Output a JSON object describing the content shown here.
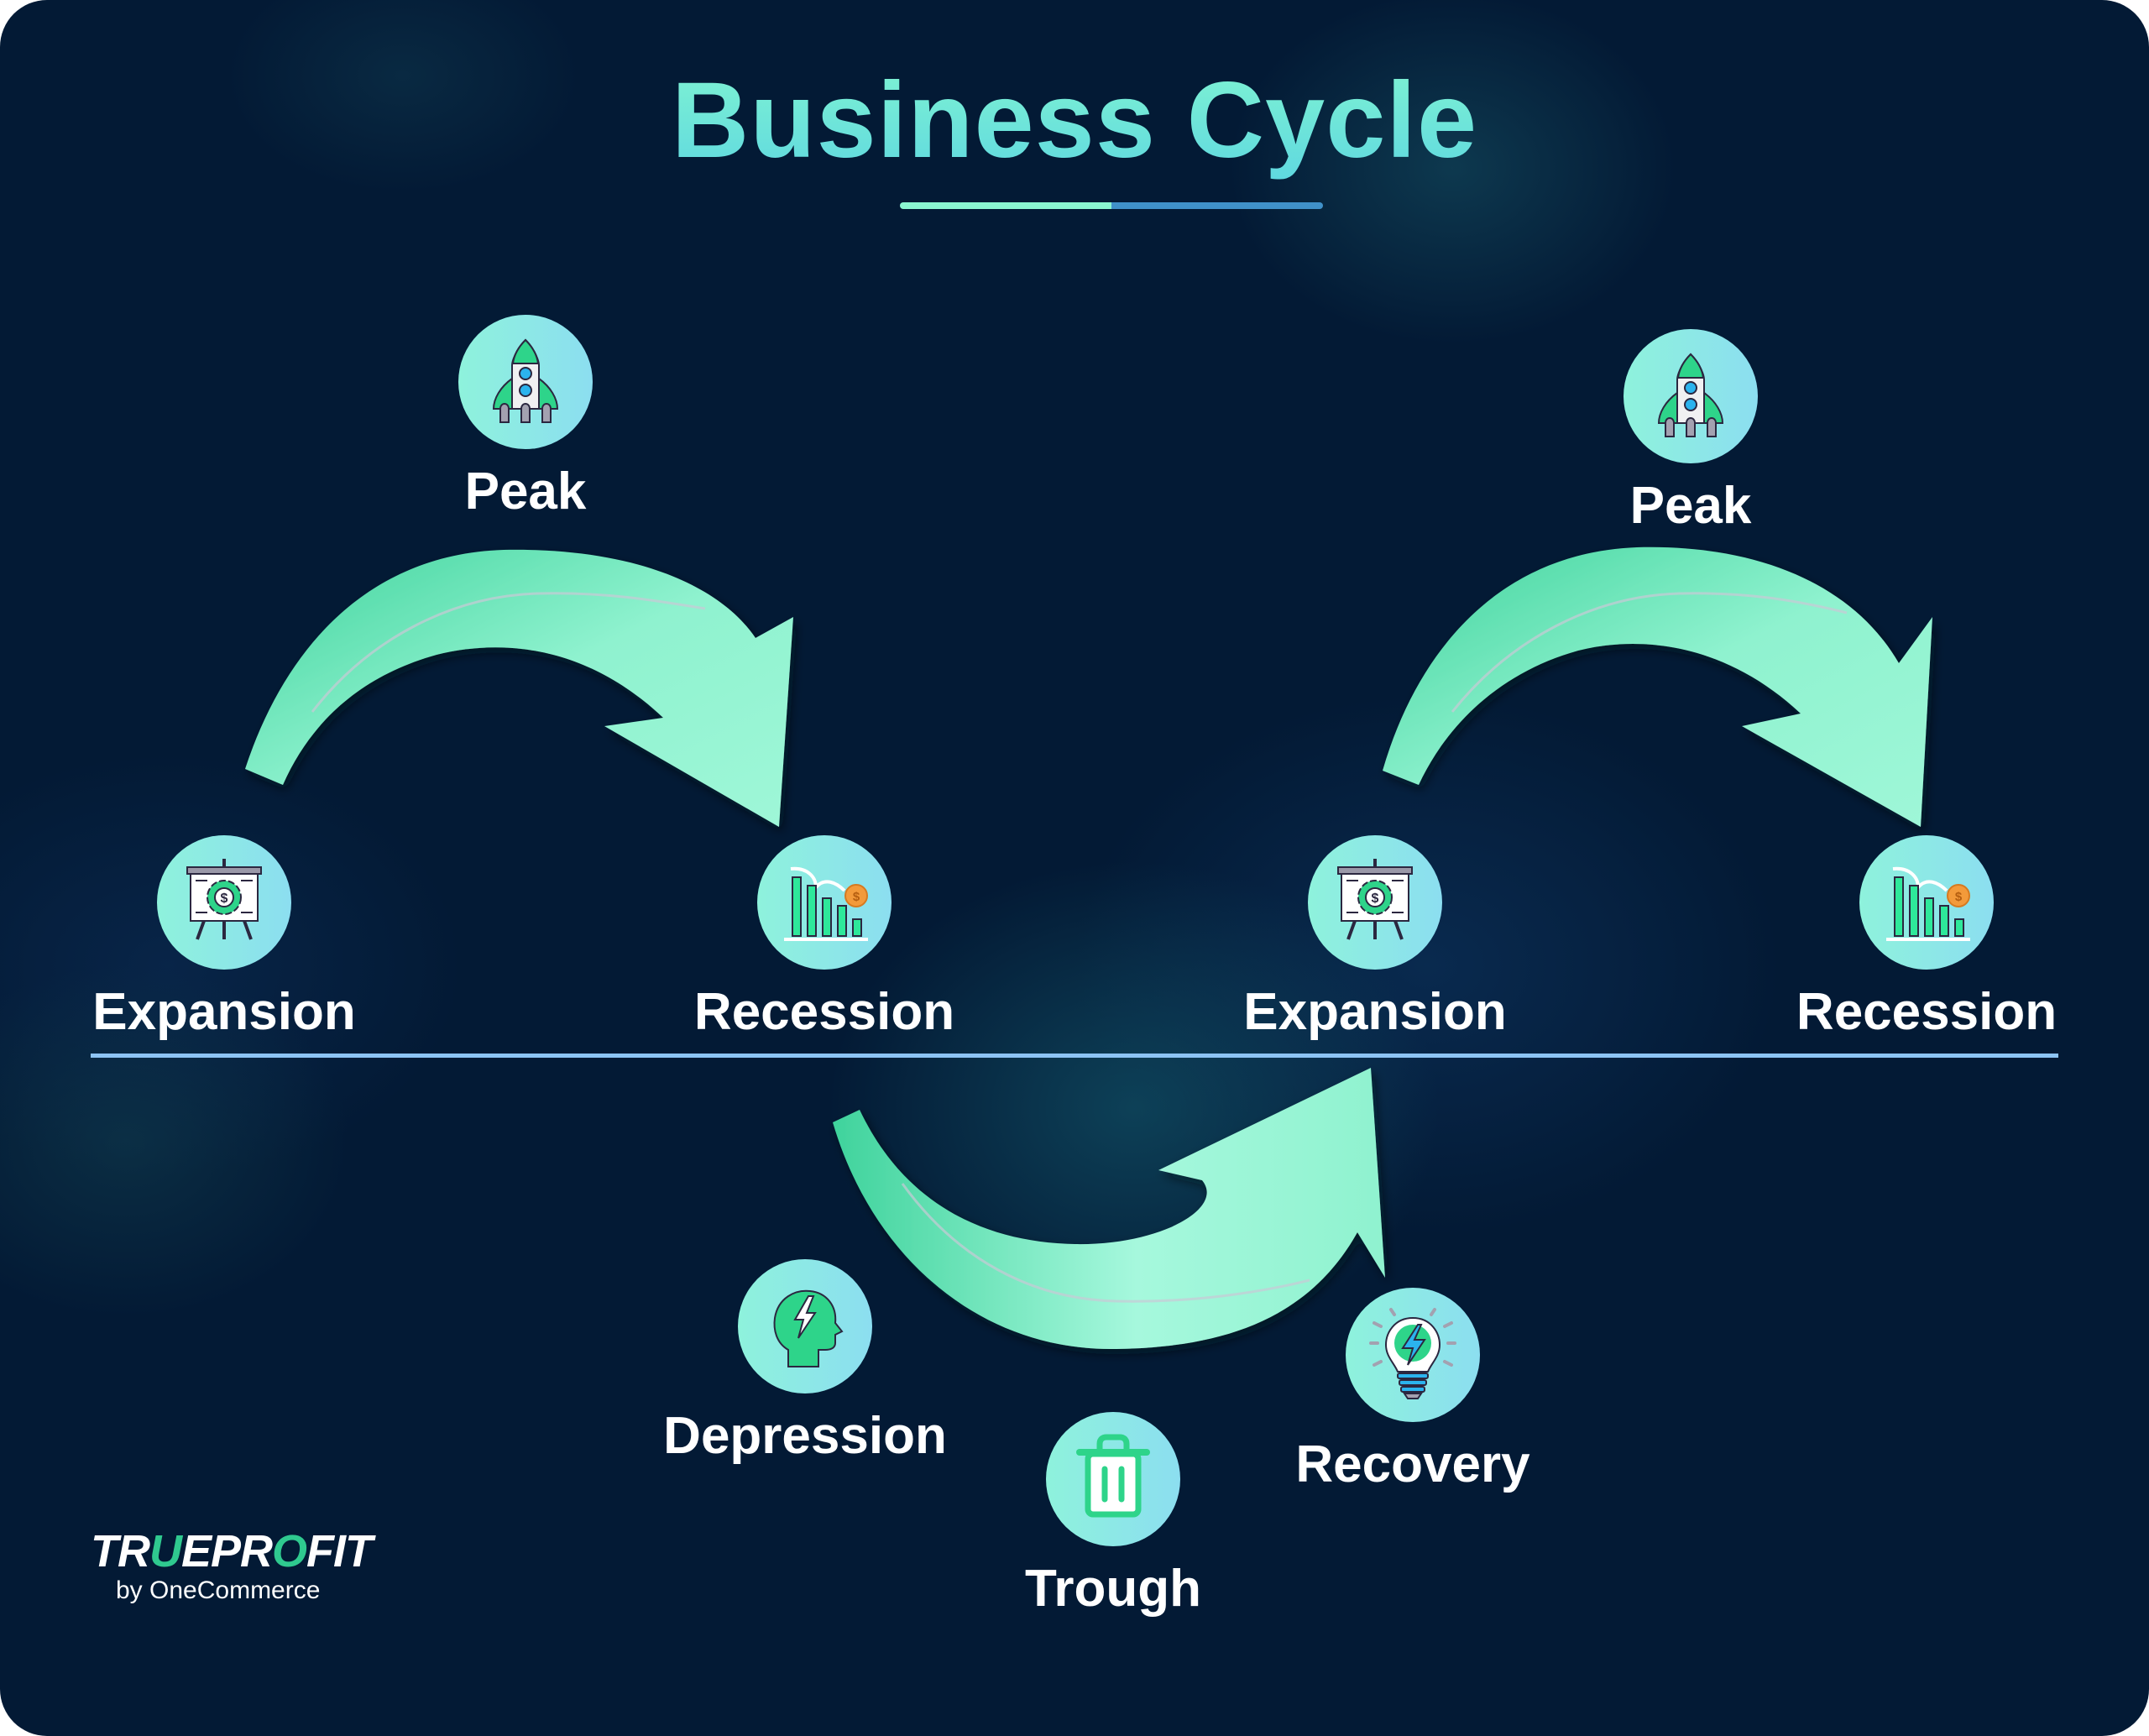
{
  "title": "Business Cycle",
  "colors": {
    "background": "#031a35",
    "title_gradient_start": "#7ff3d2",
    "title_gradient_end": "#5fd8e0",
    "arrow_light": "#9ff7d8",
    "arrow_dark": "#3fd39c",
    "baseline": "#8dc4f4",
    "icon_circle_left": "#8ef2dc",
    "icon_circle_right": "#8cdef0",
    "icon_green": "#2ed48a"
  },
  "stages": [
    {
      "id": "expansion-1",
      "label": "Expansion",
      "icon": "presentation-gear-dollar-icon"
    },
    {
      "id": "peak-1",
      "label": "Peak",
      "icon": "rocket-icon"
    },
    {
      "id": "recession-1",
      "label": "Recession",
      "icon": "falling-bar-chart-coin-icon"
    },
    {
      "id": "depression",
      "label": "Depression",
      "icon": "head-lightning-icon"
    },
    {
      "id": "trough",
      "label": "Trough",
      "icon": "trash-bin-icon"
    },
    {
      "id": "recovery",
      "label": "Recovery",
      "icon": "lightbulb-bolt-icon"
    },
    {
      "id": "expansion-2",
      "label": "Expansion",
      "icon": "presentation-gear-dollar-icon"
    },
    {
      "id": "peak-2",
      "label": "Peak",
      "icon": "rocket-icon"
    },
    {
      "id": "recession-2",
      "label": "Recession",
      "icon": "falling-bar-chart-coin-icon"
    }
  ],
  "flow_arrows": [
    {
      "from": "Expansion",
      "to": "Recession",
      "direction": "down-right"
    },
    {
      "from": "Depression",
      "to": "Expansion",
      "direction": "up-right"
    },
    {
      "from": "Expansion",
      "to": "Recession",
      "direction": "down-right"
    }
  ],
  "logo": {
    "brand_prefix": "TR",
    "brand_u": "U",
    "brand_mid": "EPR",
    "brand_o": "O",
    "brand_suffix": "FIT",
    "byline": "by OneCommerce"
  }
}
